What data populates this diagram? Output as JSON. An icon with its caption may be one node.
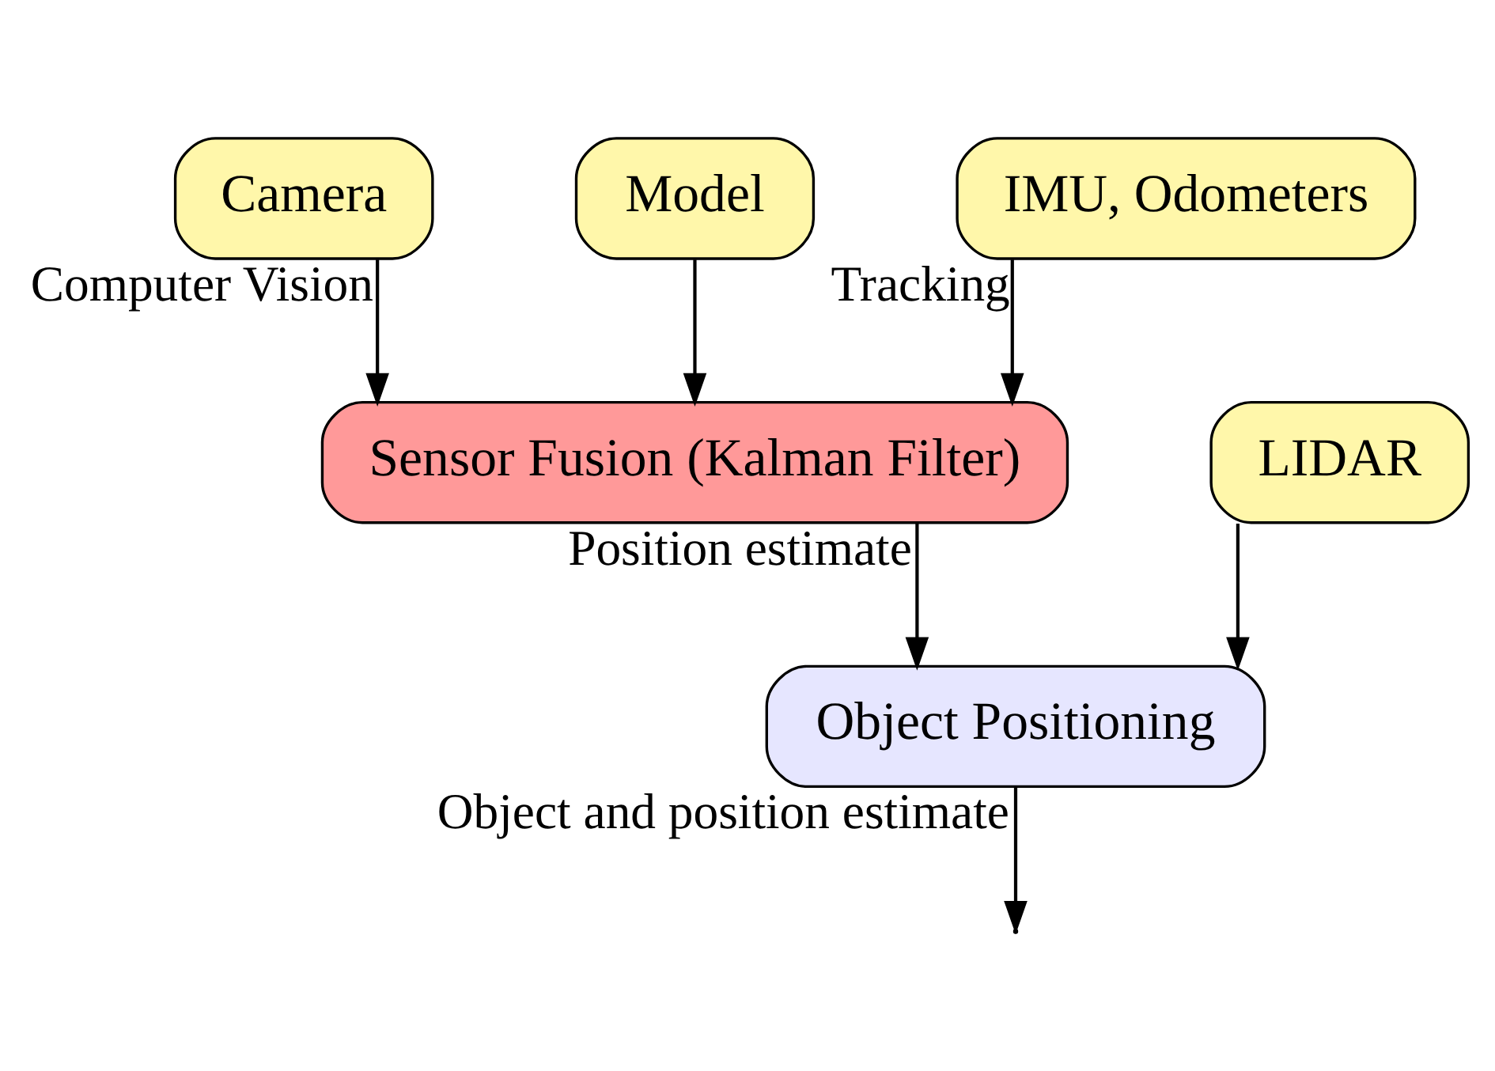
{
  "diagram": {
    "nodes": [
      {
        "text": [
          "Camera"
        ]
      },
      {
        "text": [
          "Model"
        ]
      },
      {
        "text": [
          "IMU, Odometers"
        ]
      },
      {
        "text": [
          "Sensor Fusion (Kalman Filter)"
        ]
      },
      {
        "text": [
          "LIDAR"
        ]
      },
      {
        "text": [
          "Object Positioning"
        ]
      }
    ],
    "edges": [
      {
        "from": 0,
        "to": 3,
        "arrow": "to",
        "label": "Computer Vision"
      },
      {
        "from": 1,
        "to": 3,
        "arrow": "to"
      },
      {
        "from": 2,
        "to": 3,
        "arrow": "to",
        "label": "Tracking"
      },
      {
        "from": 4,
        "to": 5,
        "arrow": "to"
      },
      {
        "from": 3,
        "to": 5,
        "arrow": "to",
        "label": "Position estimate"
      },
      {
        "from": 5,
        "to": null,
        "arrow": "to",
        "label": "Object and position estimate"
      }
    ]
  }
}
